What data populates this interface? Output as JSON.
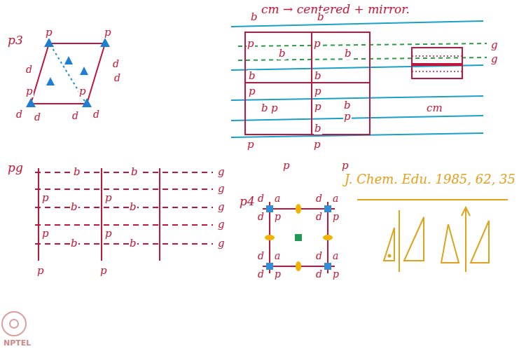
{
  "diagram": {
    "labels": [
      "p3",
      "p",
      "p",
      "p",
      "p",
      "d",
      "d",
      "d",
      "d",
      "d",
      "d",
      "d",
      "cm → centered + mirror.",
      "b",
      "b",
      "p",
      "b",
      "p",
      "b",
      "b",
      "b",
      "p",
      "p",
      "b",
      "p",
      "p",
      "b",
      "p",
      "b",
      "p",
      "p",
      "g",
      "g",
      "cm",
      "p",
      "p",
      "pg",
      "b",
      "b",
      "p",
      "p",
      "b",
      "b",
      "p",
      "p",
      "b",
      "b",
      "p",
      "p",
      "g",
      "g",
      "g",
      "g",
      "g",
      "p4",
      "d",
      "a",
      "d",
      "p",
      "d",
      "a",
      "d",
      "p",
      "d",
      "a",
      "d",
      "p",
      "d",
      "a",
      "d",
      "p",
      "J. Chem. Edu. 1985, 62, 35",
      "NPTEL"
    ]
  }
}
